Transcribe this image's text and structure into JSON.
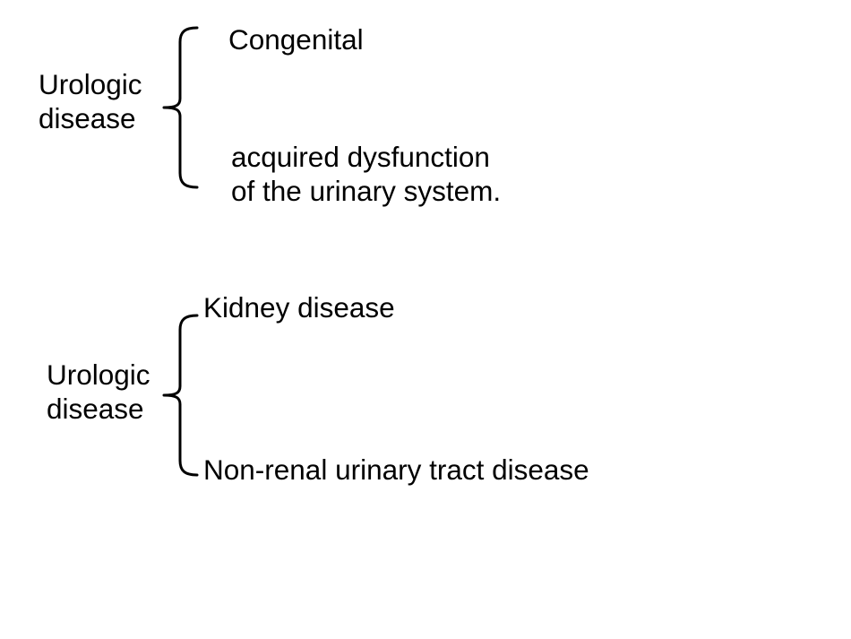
{
  "colors": {
    "background": "#ffffff",
    "text": "#000000",
    "brace": "#000000"
  },
  "diagram1": {
    "root_label": "Urologic\ndisease",
    "branch_top": "Congenital",
    "branch_bottom": "acquired dysfunction\nof the urinary system."
  },
  "diagram2": {
    "root_label": "Urologic\ndisease",
    "branch_top": "Kidney disease",
    "branch_bottom": "Non-renal urinary tract disease"
  }
}
